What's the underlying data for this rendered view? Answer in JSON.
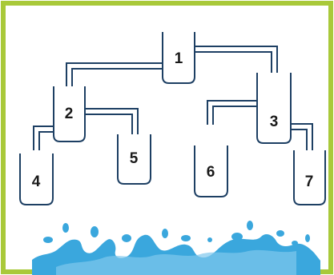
{
  "colors": {
    "border": "#a9c93a",
    "cup_stroke": "#1d3f63",
    "pipe_stroke": "#1d3f63",
    "water": "#3aa7dd",
    "water_light": "#7fc8ec"
  },
  "cups": [
    {
      "label": "1"
    },
    {
      "label": "2"
    },
    {
      "label": "3"
    },
    {
      "label": "4"
    },
    {
      "label": "5"
    },
    {
      "label": "6"
    },
    {
      "label": "7"
    }
  ]
}
